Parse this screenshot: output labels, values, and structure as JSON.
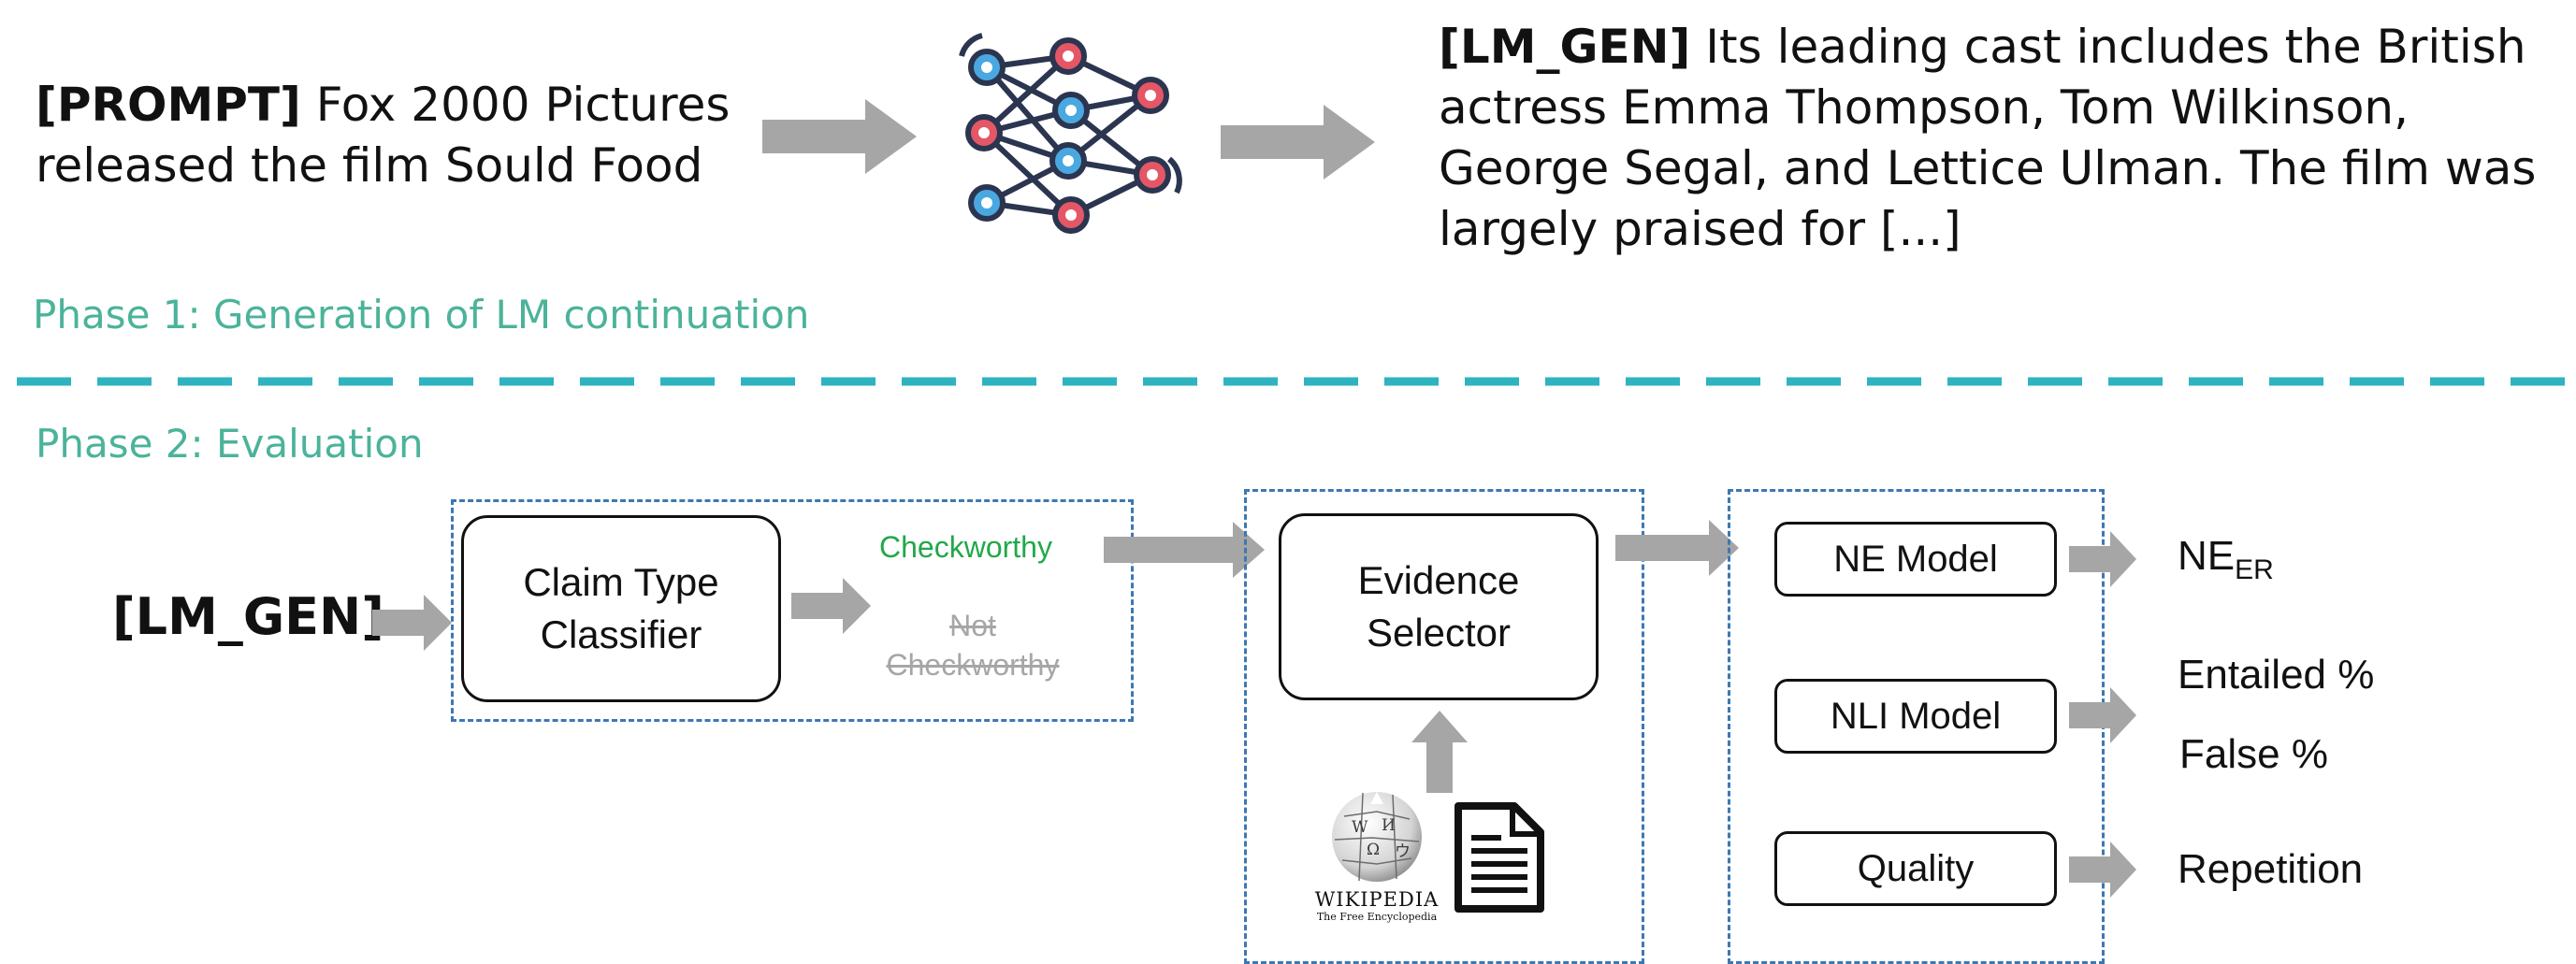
{
  "phase1": {
    "label": "Phase 1: Generation of LM continuation",
    "prompt_tag": "[PROMPT]",
    "prompt_line1": " Fox 2000 Pictures",
    "prompt_line2": "released the film Sould Food",
    "gen_tag": "[LM_GEN]",
    "gen_line1": " Its leading cast includes the British",
    "gen_line2": "actress Emma Thompson, Tom Wilkinson,",
    "gen_line3": "George Segal, and Lettice Ulman. The film was",
    "gen_line4": "largely praised for [...]"
  },
  "phase2": {
    "label": "Phase 2: Evaluation",
    "input_label": "[LM_GEN]",
    "classifier_line1": "Claim Type",
    "classifier_line2": "Classifier",
    "checkworthy": "Checkworthy",
    "not_checkworthy_line1": "Not",
    "not_checkworthy_line2": "Checkworthy",
    "evidence_line1": "Evidence",
    "evidence_line2": "Selector",
    "wikipedia_title": "WIKIPEDIA",
    "wikipedia_subtitle": "The Free Encyclopedia",
    "ne_model": "NE Model",
    "nli_model": "NLI Model",
    "quality": "Quality",
    "ne_metric": "NE",
    "ne_metric_sub": "ER",
    "entailed": "Entailed %",
    "false": "False %",
    "repetition": "Repetition"
  },
  "colors": {
    "phase_label": "#4bb39a",
    "divider": "#2fb3c0",
    "dashed_box": "#3d78b0",
    "arrow": "#a6a6a6",
    "checkworthy": "#22a84a",
    "not_checkworthy": "#a6a6a6",
    "node_blue": "#4aa8e0",
    "node_red": "#e45766",
    "network_edge": "#2b3550"
  }
}
